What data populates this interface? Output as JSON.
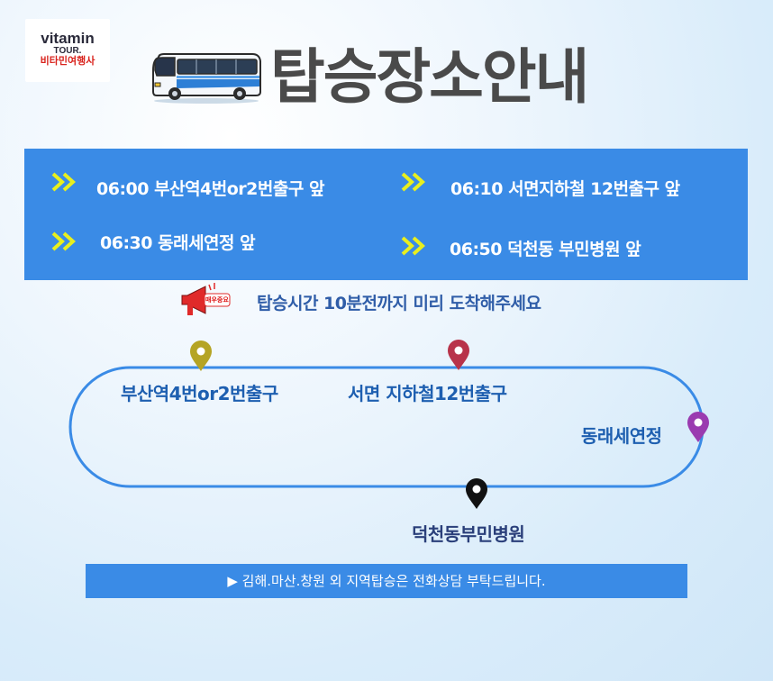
{
  "logo": {
    "line1": "vitamin",
    "line2": "TOUR.",
    "line3": "비타민여행사"
  },
  "header": {
    "title": "탑승장소안내"
  },
  "schedule": [
    {
      "time": "06:00",
      "place": "부산역4번or2번출구 앞"
    },
    {
      "time": "06:10",
      "place": "서면지하철 12번출구 앞"
    },
    {
      "time": "06:30",
      "place": "동래세연정 앞"
    },
    {
      "time": "06:50",
      "place": "덕천동 부민병원 앞"
    }
  ],
  "notice": {
    "badge": "매우중요",
    "text": "탑승시간 10분전까지 미리 도착해주세요"
  },
  "route": {
    "stops": [
      {
        "label": "부산역4번or2번출구",
        "pin_color": "#b5a424"
      },
      {
        "label": "서면 지하철12번출구",
        "pin_color": "#b8334a"
      },
      {
        "label": "동래세연정",
        "pin_color": "#9a3bb0"
      },
      {
        "label": "덕천동부민병원",
        "pin_color": "#111111"
      }
    ]
  },
  "footer": {
    "text": "▶ 김해.마산.창원 외 지역탑승은 전화상담 부탁드립니다."
  },
  "colors": {
    "panel": "#3a8be6",
    "route_line": "#3a8be6",
    "chevron": "#e8ef1f",
    "title": "#4a4a4a"
  }
}
